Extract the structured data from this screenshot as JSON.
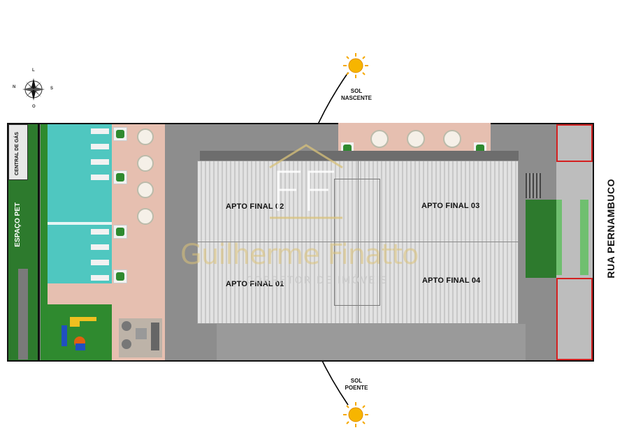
{
  "compass": {
    "n": "N",
    "l": "L",
    "s": "S",
    "o": "O"
  },
  "sun_rise": {
    "label_line1": "SOL",
    "label_line2": "NASCENTE"
  },
  "sun_set": {
    "label_line1": "SOL",
    "label_line2": "POENTE"
  },
  "apartments": {
    "apt1": "APTO FINAL 01",
    "apt2": "APTO FINAL 02",
    "apt3": "APTO FINAL 03",
    "apt4": "APTO FINAL 04"
  },
  "street": "RUA PERNAMBUCO",
  "areas": {
    "gas": "CENTRAL DE GÁS",
    "pet": "ESPAÇO PET"
  },
  "watermark": {
    "name": "Guilherme Finatto",
    "sub": "CORRETOR DE IMÓVEIS"
  },
  "colors": {
    "pool": "#4fc7c0",
    "grass": "#2f7a2f",
    "deck": "#e6bfb0",
    "roof": "#d9d9d9",
    "paving": "#8c8c8c",
    "sun": "#f5a800",
    "watermark": "#d8c27a"
  }
}
